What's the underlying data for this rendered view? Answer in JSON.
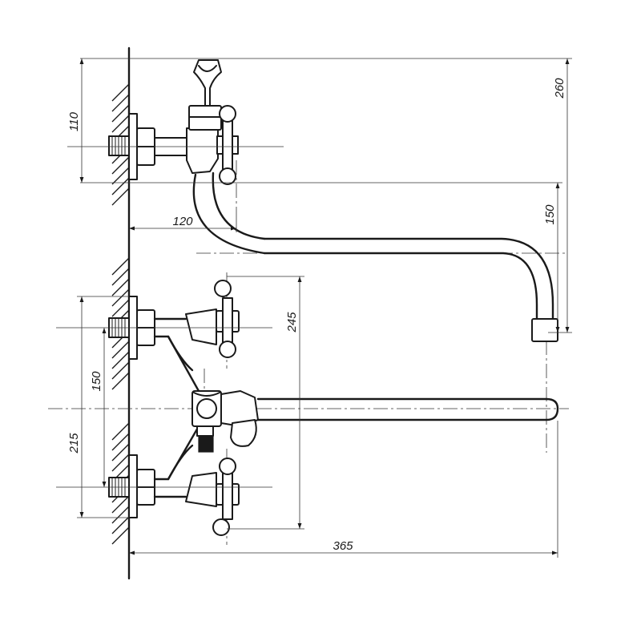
{
  "drawing": {
    "dimensions": {
      "d260": "260",
      "d110": "110",
      "d120": "120",
      "d150_top": "150",
      "d245": "245",
      "d150_left": "150",
      "d215": "215",
      "d365": "365"
    }
  },
  "colors": {
    "line": "#1a1a1a",
    "background": "#ffffff"
  }
}
